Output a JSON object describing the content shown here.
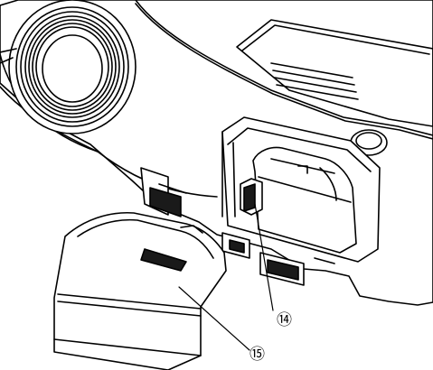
{
  "callouts": [
    {
      "id": "14",
      "text": "⑭"
    },
    {
      "id": "15",
      "text": "⑮"
    }
  ],
  "colors": {
    "line": "#000000",
    "fill": "#ffffff",
    "shade": "#1a1a1a"
  }
}
